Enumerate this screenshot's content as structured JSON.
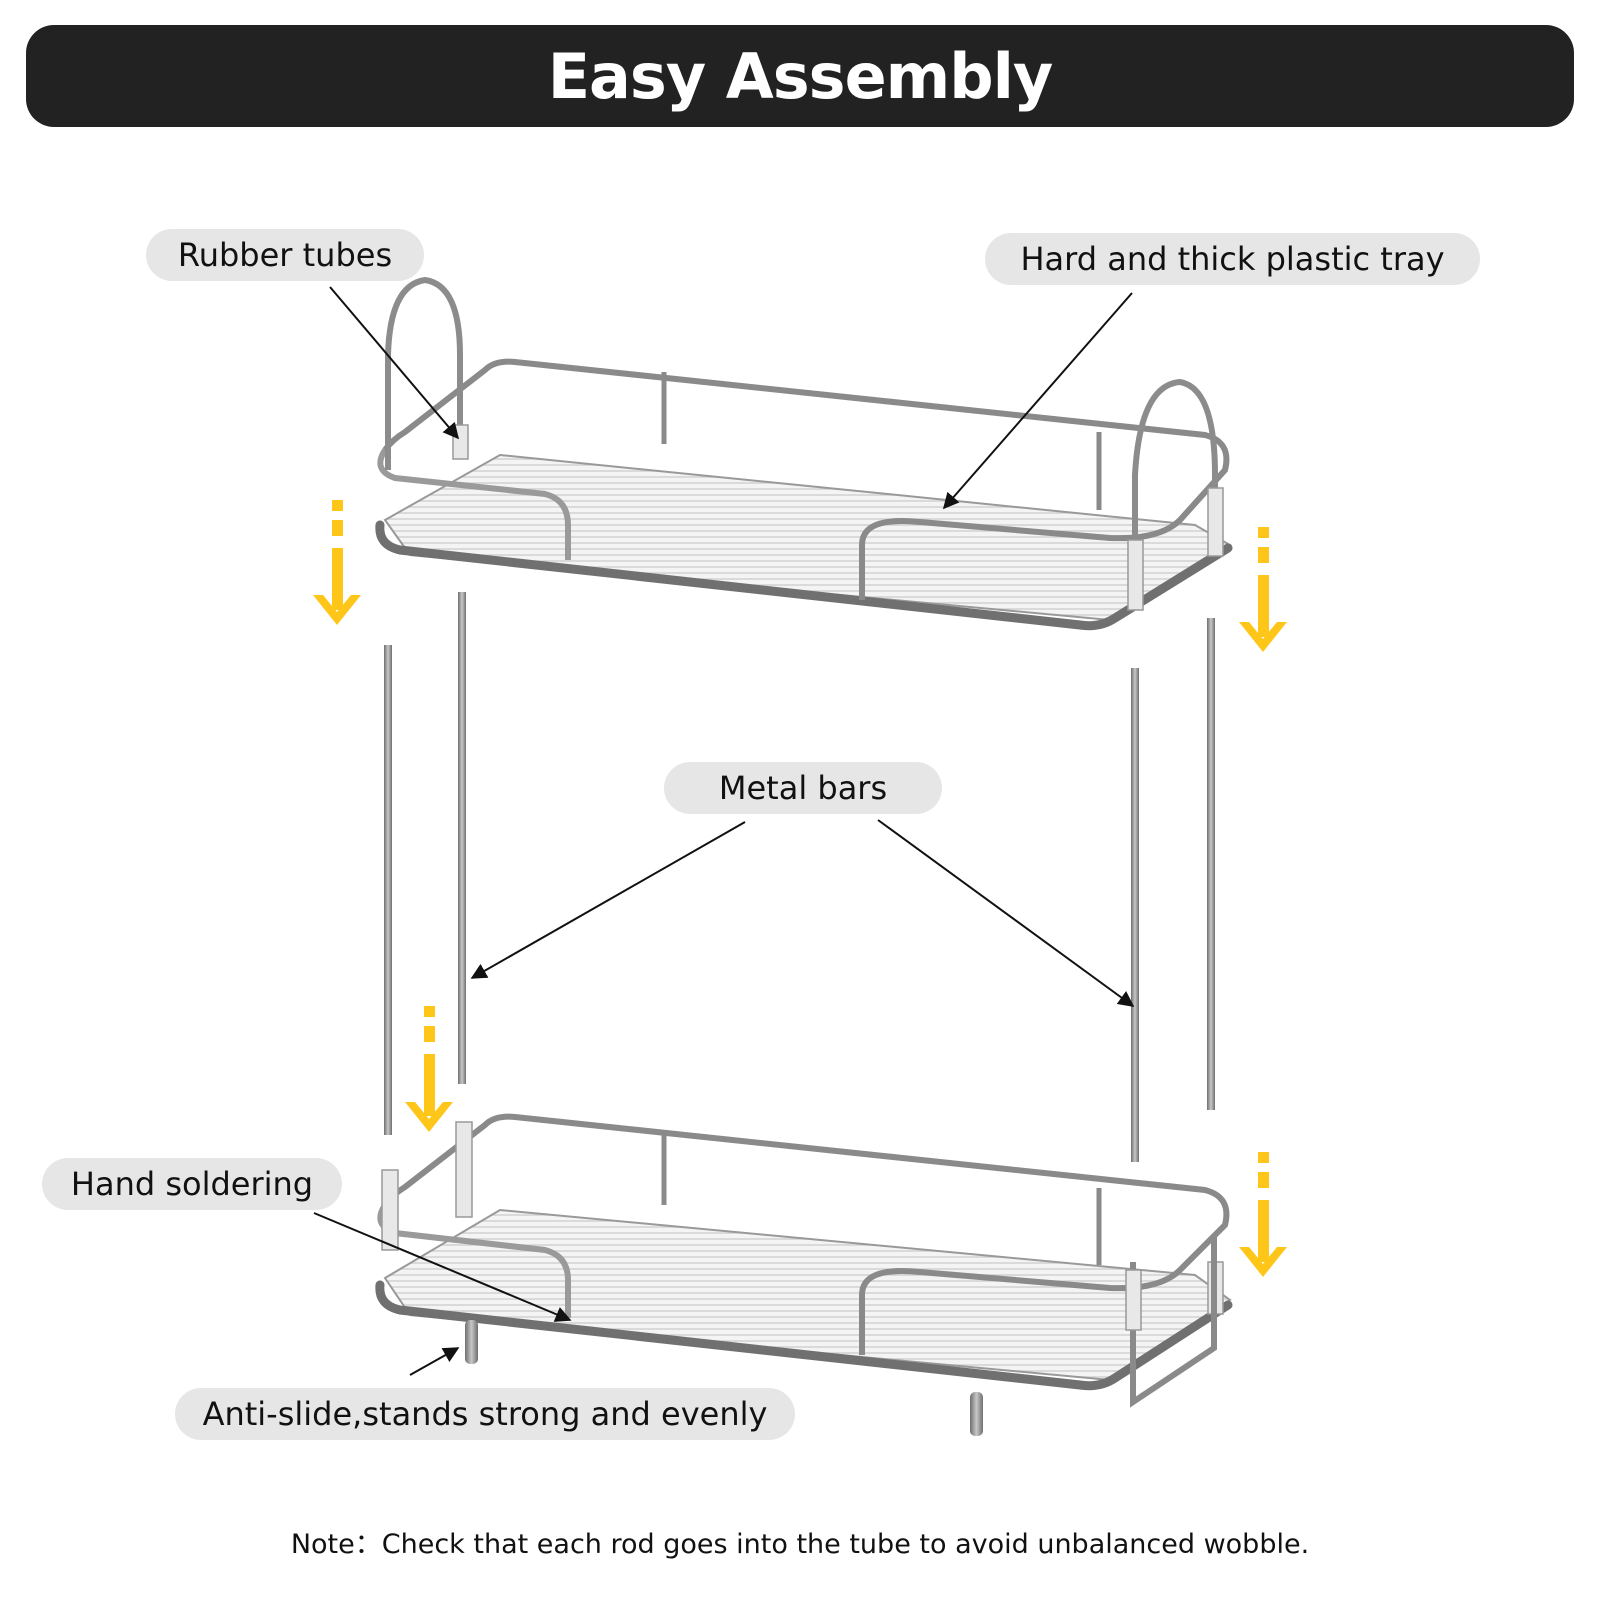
{
  "title": "Easy Assembly",
  "callouts": {
    "rubber_tubes": "Rubber tubes",
    "plastic_tray": "Hard and thick plastic tray",
    "metal_bars": "Metal bars",
    "hand_soldering": "Hand soldering",
    "anti_slide": "Anti-slide,stands strong and evenly"
  },
  "note": "Note：Check that each rod goes into the tube to avoid unbalanced wobble.",
  "colors": {
    "banner": "#222222",
    "arrow": "#FFC61A",
    "metal": "#8a8a8a",
    "pill": "#e6e6e6"
  }
}
